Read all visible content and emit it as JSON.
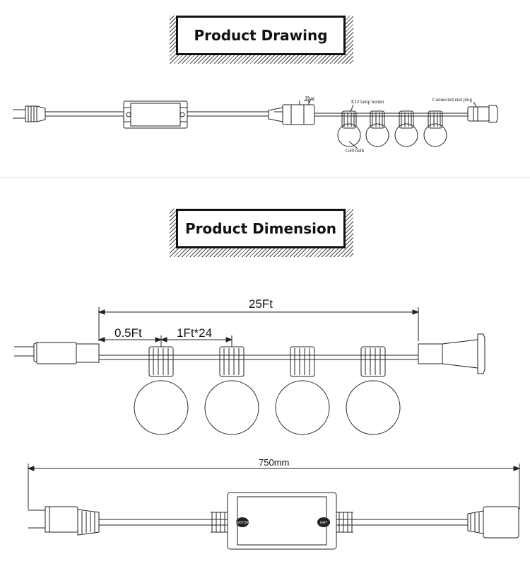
{
  "sections": {
    "drawing": {
      "title": "Product Drawing",
      "labels": {
        "plug": "Plug",
        "lamp_holder": "E12  lamp holder",
        "connected_end_plug": "Connected end plug",
        "bulb": "G40  bulb"
      }
    },
    "dimension": {
      "title": "Product Dimension",
      "labels": {
        "total_length": "25Ft",
        "lead_length": "0.5Ft",
        "spacing": "1Ft*24",
        "controller_length": "750mm"
      },
      "badges": {
        "left": "GOTOP",
        "right": "GAT"
      }
    }
  }
}
